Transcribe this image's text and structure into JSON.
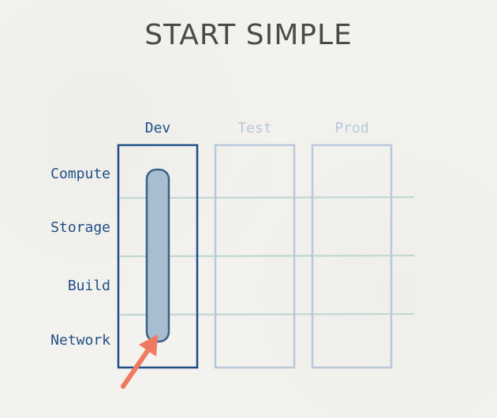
{
  "slide": {
    "title": "START SIMPLE"
  },
  "columns": [
    {
      "label": "Dev",
      "highlighted": true
    },
    {
      "label": "Test",
      "highlighted": false
    },
    {
      "label": "Prod",
      "highlighted": false
    }
  ],
  "rows": [
    {
      "label": "Compute"
    },
    {
      "label": "Storage"
    },
    {
      "label": "Build"
    },
    {
      "label": "Network"
    }
  ],
  "colors": {
    "highlight": "#1f4e86",
    "muted": "#b9c8da",
    "grid_line": "#b8d3d2",
    "bar_fill": "#a9bdd1",
    "bar_stroke": "#3b5f8a",
    "arrow": "#f07a5f",
    "title": "#4a4a48"
  }
}
